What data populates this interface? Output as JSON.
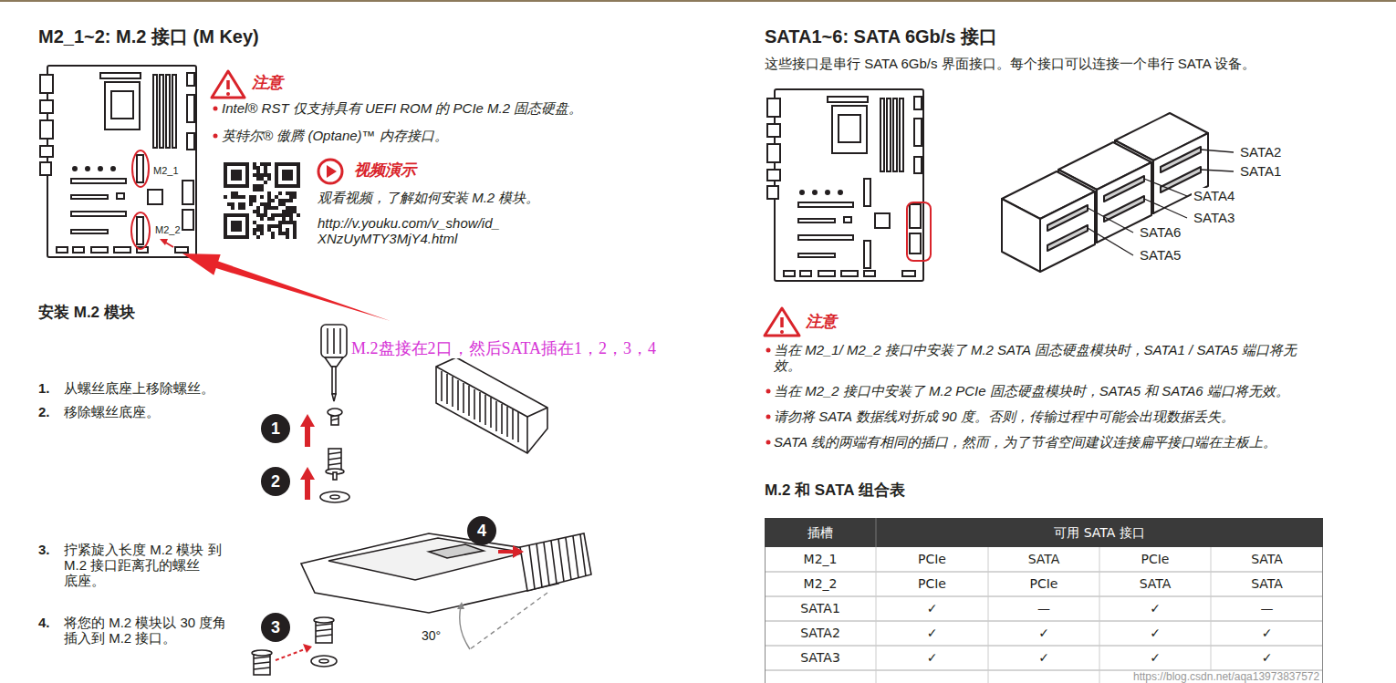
{
  "diagram": {
    "title": "M2_1~2: M.2 接口 (M Key)",
    "nodes": [
      {
        "text": [
          "1"
        ]
      },
      {
        "text": [
          "2"
        ]
      },
      {
        "text": [
          "3"
        ]
      },
      {
        "text": [
          "4"
        ]
      }
    ],
    "labels": [
      "M2_1",
      "M2_2",
      "注意",
      "Intel® RST 仅支持具有 UEFI ROM 的 PCIe M.2 固态硬盘。",
      "英特尔® 傲腾 (Optane)™ 内存接口。",
      "视频演示",
      "观看视频，了解如何安装 M.2 模块。",
      "http://v.youku.com/v_show/id_ XNzUyMTY3MjY4.html",
      "安装 M.2 模块",
      "1.",
      "从螺丝底座上移除螺丝。",
      "2.",
      "移除螺丝底座。",
      "3.",
      "拧紧旋入长度 M.2 模块 到 M.2 接口距离孔的螺丝 底座。",
      "4.",
      "将您的 M.2 模块以 30 度角 插入到 M.2 接口。",
      "M.2盘接在2口，然后SATA插在1，2，3，4",
      "30°",
      "SATA1~6: SATA 6Gb/s 接口",
      "这些接口是串行 SATA 6Gb/s 界面接口。每个接口可以连接一个串行 SATA 设备。",
      "SATA2",
      "SATA1",
      "SATA4",
      "SATA3",
      "SATA6",
      "SATA5",
      "注意",
      "当在 M2_1/ M2_2 接口中安装了 M.2 SATA 固态硬盘模块时，SATA1 / SATA5 端口将无效。",
      "当在 M2_2 接口中安装了 M.2 PCIe 固态硬盘模块时，SATA5 和 SATA6 端口将无效。",
      "请勿将 SATA 数据线对折成 90 度。否则，传输过程中可能会出现数据丢失。",
      "SATA 线的两端有相同的插口，然而，为了节省空间建议连接扁平接口端在主板上。",
      "M.2 和 SATA 组合表",
      "插槽",
      "可用 SATA 接口",
      "M2_1",
      "PCIe",
      "SATA",
      "PCIe",
      "SATA",
      "M2_2",
      "PCIe",
      "PCIe",
      "SATA",
      "SATA",
      "SATA1",
      "✓",
      "—",
      "✓",
      "—",
      "SATA2",
      "✓",
      "✓",
      "✓",
      "✓",
      "SATA3",
      "✓",
      "✓",
      "✓",
      "✓",
      "https://blog.csdn.net/aqa13973837572"
    ]
  }
}
